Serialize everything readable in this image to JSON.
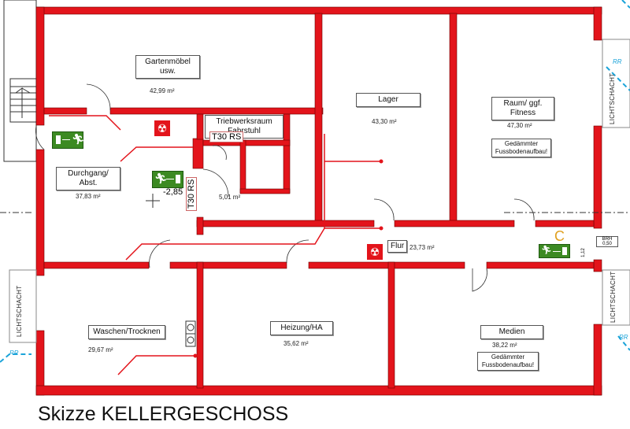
{
  "title": "Skizze KELLERGESCHOSS",
  "colors": {
    "wall": "#e3141b",
    "exit_sign": "#3c8a22",
    "rain_pipe": "#1aa3d9"
  },
  "rooms": [
    {
      "name": "Gartenmöbel usw.",
      "area": "42,99 m²"
    },
    {
      "name": "Lager",
      "area": "43,30 m²"
    },
    {
      "name": "Raum/ ggf. Fitness",
      "area": "47,30 m²",
      "note": "Gedämmter Fussbodenaufbau!"
    },
    {
      "name": "Durchgang/ Abst.",
      "area": "37,83 m²"
    },
    {
      "name": "Triebwerksraum Fahrstuhl",
      "area": "5,01 m²"
    },
    {
      "name": "Flur",
      "area": "23,73 m²"
    },
    {
      "name": "Waschen/Trocknen",
      "area": "29,67 m²"
    },
    {
      "name": "Heizung/HA",
      "area": "35,62 m²"
    },
    {
      "name": "Medien",
      "area": "38,22 m²",
      "note": "Gedämmter Fussbodenaufbau!"
    }
  ],
  "annotations": {
    "door_rating_1": "T30 RS",
    "door_rating_2": "T30 RS",
    "level": "-2,85",
    "lightshaft": "LICHTSCHACHT",
    "rain_pipe": "RR",
    "brh_label": "BRH",
    "brh_value": "0,50",
    "dim": "1,12",
    "marker": "C"
  },
  "icons": [
    "emergency-exit-sign-icon",
    "fire-extinguisher-icon"
  ]
}
